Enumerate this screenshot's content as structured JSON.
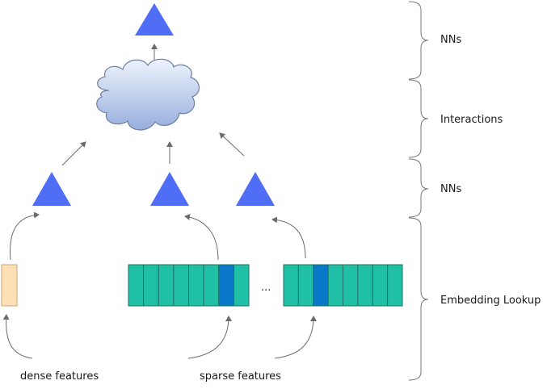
{
  "layers": [
    {
      "id": "nns_top",
      "label": "NNs"
    },
    {
      "id": "interactions",
      "label": "Interactions"
    },
    {
      "id": "nns_bottom",
      "label": "NNs"
    },
    {
      "id": "embedding",
      "label": "Embedding Lookup"
    }
  ],
  "inputs": {
    "dense_label": "dense features",
    "sparse_label": "sparse features"
  },
  "ellipsis": "...",
  "embedding_tables": [
    {
      "cells": 8,
      "highlighted_index": 6
    },
    {
      "cells": 8,
      "highlighted_index": 2
    }
  ],
  "colors": {
    "triangle": "#4f6df5",
    "embedding_cell": "#20c0a6",
    "embedding_highlight": "#0a78c8",
    "embedding_border": "#1f6f63",
    "dense_fill": "#fde0b6",
    "dense_border": "#c9a57a",
    "cloud_top": "#e9f0fb",
    "cloud_bottom": "#9db4e0",
    "arrow": "#6b6b6b",
    "brace": "#777777"
  }
}
